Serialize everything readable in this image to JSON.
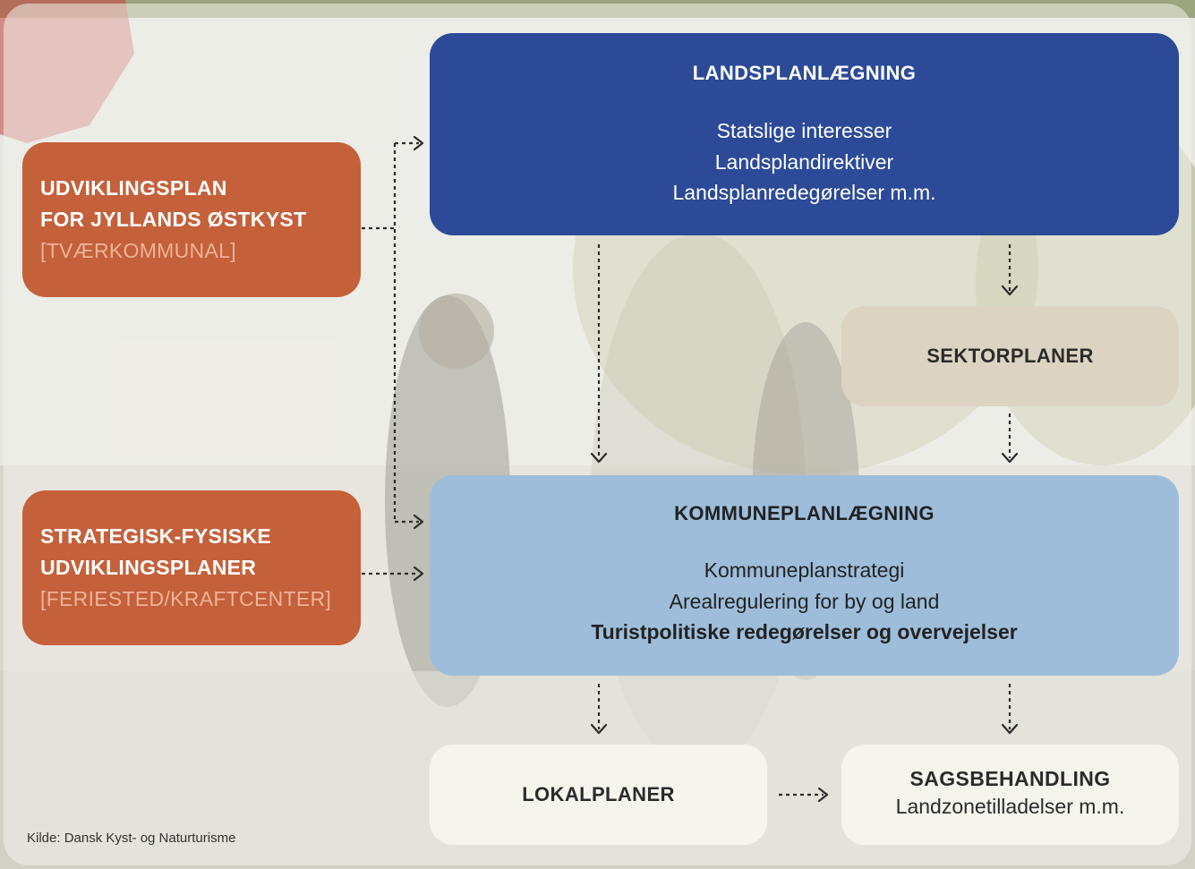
{
  "source_note": "Kilde: Dansk Kyst- og Naturturisme",
  "boxes": {
    "udviklingsplan": {
      "title_line1": "UDVIKLINGSPLAN",
      "title_line2": "FOR JYLLANDS ØSTKYST",
      "subtitle": "[TVÆRKOMMUNAL]"
    },
    "strategisk": {
      "title_line1": "STRATEGISK-FYSISKE",
      "title_line2": "UDVIKLINGSPLANER",
      "subtitle": "[FERIESTED/KRAFTCENTER]"
    },
    "landsplan": {
      "title": "LANDSPLANLÆGNING",
      "lines": [
        "Statslige interesser",
        "Landsplandirektiver",
        "Landsplanredegørelser m.m."
      ]
    },
    "sektor": {
      "title": "SEKTORPLANER"
    },
    "kommune": {
      "title": "KOMMUNEPLANLÆGNING",
      "lines": [
        "Kommuneplanstrategi",
        "Arealregulering for by og land"
      ],
      "bold_line": "Turistpolitiske redegørelser og overvejelser"
    },
    "lokal": {
      "title": "LOKALPLANER"
    },
    "sags": {
      "title": "SAGSBEHANDLING",
      "subtitle": "Landzonetilladelser m.m."
    }
  },
  "colors": {
    "orange": "#c4603a",
    "dark_blue": "#2c4a98",
    "light_blue": "#9ebddb",
    "beige": "#ddd3c2",
    "cream": "#f5f4ed",
    "arrow": "#2b2b2b"
  }
}
